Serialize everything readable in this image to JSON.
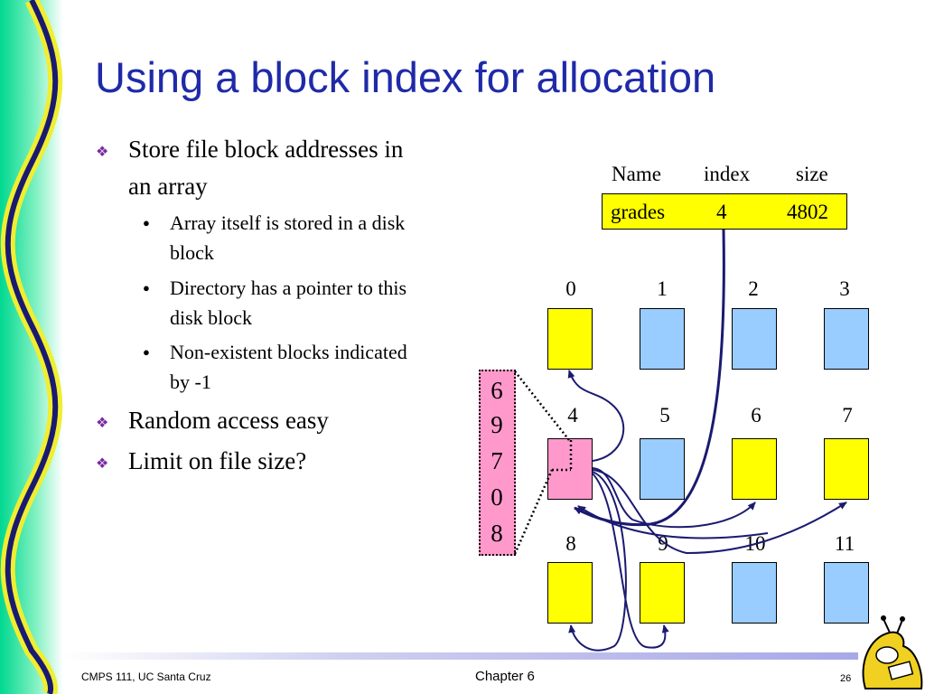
{
  "slide": {
    "title": "Using a block index for allocation",
    "bullets": [
      "Store file block addresses in",
      "an array",
      "Random access easy",
      "Limit on file size?"
    ],
    "sub_bullets": [
      "Array itself is stored in a disk",
      "block",
      "Directory has a pointer to this",
      "disk block",
      "Non-existent blocks indicated",
      "by -1"
    ]
  },
  "directory": {
    "headers": [
      "Name",
      "index",
      "size"
    ],
    "entry": {
      "name": "grades",
      "index": "4",
      "size": "4802"
    }
  },
  "blocks": {
    "labels": [
      "0",
      "1",
      "2",
      "3",
      "4",
      "5",
      "6",
      "7",
      "8",
      "9",
      "10",
      "11"
    ],
    "colors": {
      "used": "#ffff00",
      "free": "#99ccff",
      "index": "#ff99cc"
    }
  },
  "index_array": [
    "6",
    "9",
    "7",
    "0",
    "8"
  ],
  "footer": {
    "left": "CMPS 111, UC Santa Cruz",
    "center": "Chapter 6",
    "page": "26"
  }
}
